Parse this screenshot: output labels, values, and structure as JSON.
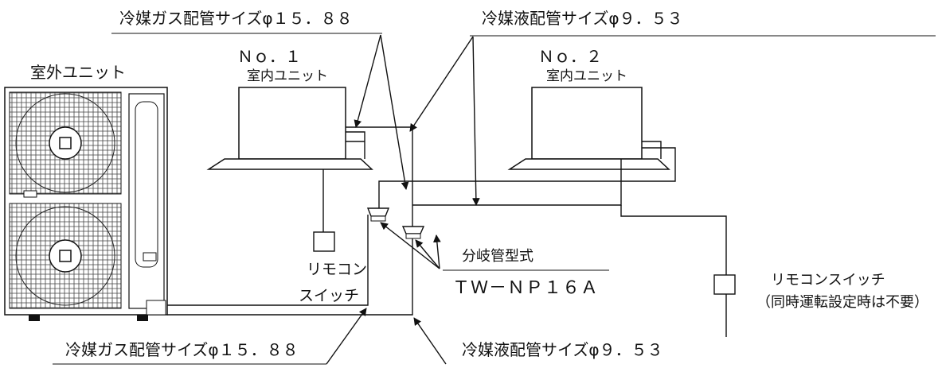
{
  "labels": {
    "gas_pipe_top": "冷媒ガス配管サイズφ１５．８８",
    "liquid_pipe_top": "冷媒液配管サイズφ９．５３",
    "outdoor_unit": "室外ユニット",
    "indoor1_no": "Ｎｏ．１",
    "indoor1_name": "室内ユニット",
    "indoor2_no": "Ｎｏ．２",
    "indoor2_name": "室内ユニット",
    "remote1_line1": "リモコン",
    "remote1_line2": "スイッチ",
    "branch_label": "分岐管型式",
    "branch_model": "ＴＷ－ＮＰ１６Ａ",
    "remote2_line1": "リモコンスイッチ",
    "remote2_line2": "（同時運転設定時は不要）",
    "gas_pipe_bottom": "冷媒ガス配管サイズφ１５．８８",
    "liquid_pipe_bottom": "冷媒液配管サイズφ９．５３"
  }
}
